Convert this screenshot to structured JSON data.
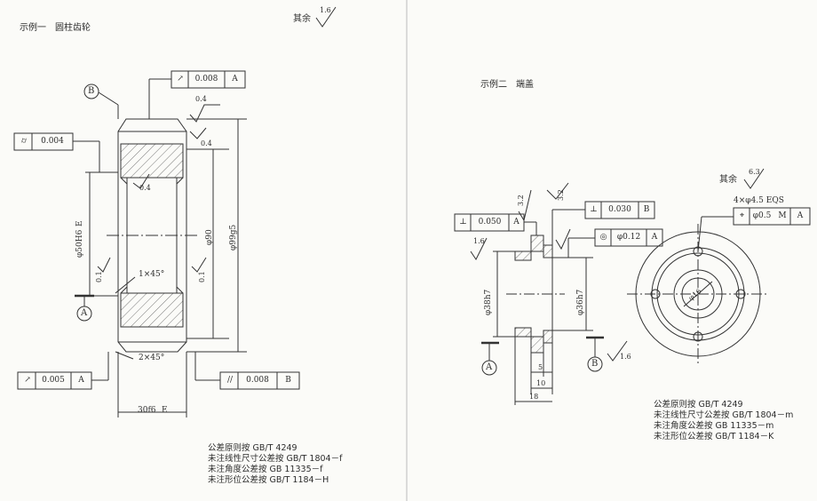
{
  "left": {
    "title": "示例一　圆柱齿轮",
    "rest_label": "其余",
    "rest_value": "1.6",
    "datum_b": "B",
    "datum_a": "A",
    "fcf_top": {
      "symbol": "↗",
      "value": "0.008",
      "datum": "A"
    },
    "fcf_left": {
      "symbol": "⌭",
      "value": "0.004"
    },
    "fcf_bottom_left": {
      "symbol": "↗",
      "value": "0.005",
      "datum": "A"
    },
    "fcf_bottom_right": {
      "symbol": "//",
      "value": "0.008",
      "datum": "B"
    },
    "rough_top": "0.4",
    "rough_right": "0.4",
    "rough_bore": "0.4",
    "rough_side_left": "0.1",
    "rough_side_right": "0.1",
    "chamfer_inner": "1×45°",
    "chamfer_outer": "2×45°",
    "dim_bore": "φ50H6",
    "dim_bore_env": "E",
    "dim_d1": "φ90",
    "dim_d2": "φ99g5",
    "dim_width": "30f6",
    "dim_width_env": "E",
    "notes": [
      "公差原则按 GB/T 4249",
      "未注线性尺寸公差按 GB/T 1804－f",
      "未注角度公差按 GB 11335－f",
      "未注形位公差按 GB/T 1184－H"
    ]
  },
  "right": {
    "title": "示例二　端盖",
    "rest_label": "其余",
    "rest_value": "6.3",
    "datum_a": "A",
    "datum_b": "B",
    "fcf_perp_left": {
      "symbol": "⊥",
      "value": "0.050",
      "datum": "A"
    },
    "fcf_perp_top": {
      "symbol": "⊥",
      "value": "0.030",
      "datum": "B"
    },
    "fcf_coax": {
      "symbol": "◎",
      "value": "φ0.12",
      "datum": "A"
    },
    "fcf_pos": {
      "symbol": "⌖",
      "value": "φ0.5",
      "mod": "M",
      "datum": "A"
    },
    "holes_label": "4×φ4.5  EQS",
    "rough_a": "3.2",
    "rough_b": "3.2",
    "rough_c": "1.6",
    "rough_d": "1.6",
    "dim_d1": "φ38h7",
    "dim_d2": "φ36h7",
    "dim_5": "5",
    "dim_10": "10",
    "dim_18": "18",
    "dim_center": "φ16",
    "notes": [
      "公差原则按 GB/T 4249",
      "未注线性尺寸公差按 GB/T 1804－m",
      "未注角度公差按 GB 11335－m",
      "未注形位公差按 GB/T 1184－K"
    ]
  },
  "colors": {
    "ink": "#2d2d2d",
    "paper": "#fbfbf8"
  }
}
